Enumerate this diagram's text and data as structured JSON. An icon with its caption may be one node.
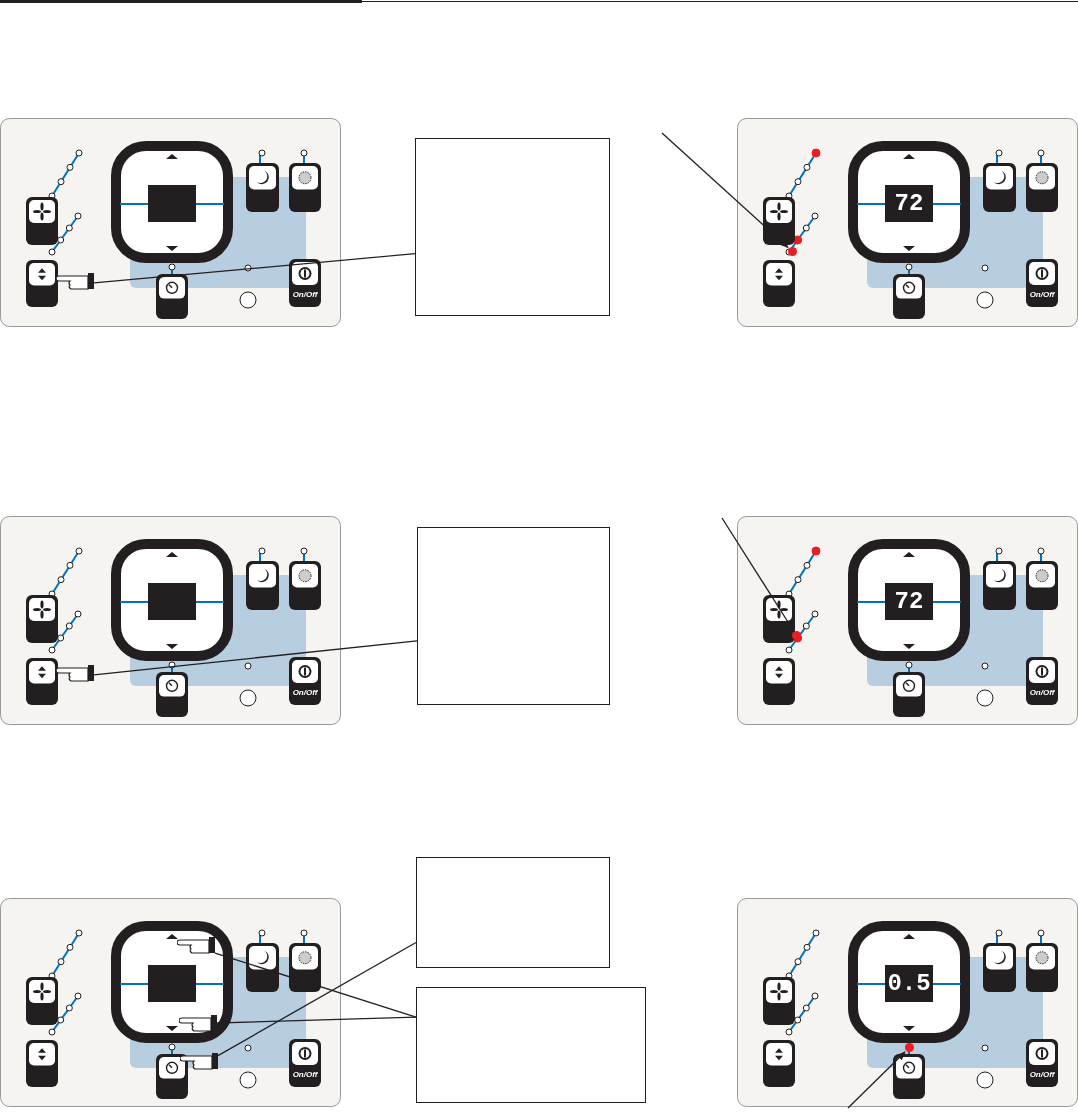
{
  "diagram": {
    "nodes": [
      {
        "text": [],
        "shape": "box"
      },
      {
        "text": [],
        "shape": "hand"
      },
      {
        "text": [],
        "shape": "circle"
      },
      {
        "text": [],
        "shape": "box"
      },
      {
        "text": [],
        "shape": "hand"
      },
      {
        "text": [],
        "shape": "circle"
      },
      {
        "text": [],
        "shape": "box"
      },
      {
        "text": [],
        "shape": "box"
      },
      {
        "text": [],
        "shape": "hand"
      },
      {
        "text": [],
        "shape": "hand"
      },
      {
        "text": [],
        "shape": "hand"
      },
      {
        "text": [],
        "shape": "circle"
      }
    ],
    "edges": [
      {
        "from": 0,
        "to": 1,
        "arrow": "none"
      },
      {
        "from": null,
        "to": 2,
        "arrow": "to"
      },
      {
        "from": 3,
        "to": 4,
        "arrow": "none"
      },
      {
        "from": null,
        "to": 5,
        "arrow": "to"
      },
      {
        "from": 6,
        "to": 10,
        "arrow": "none"
      },
      {
        "from": 7,
        "to": 8,
        "arrow": "none"
      },
      {
        "from": 7,
        "to": 9,
        "arrow": "none"
      },
      {
        "from": null,
        "to": 11,
        "arrow": "to"
      }
    ],
    "labels": [
      "On/Off",
      "72",
      "On/Off",
      "On/Off",
      "72",
      "On/Off",
      "On/Off",
      "0.5",
      "On/Off"
    ]
  }
}
